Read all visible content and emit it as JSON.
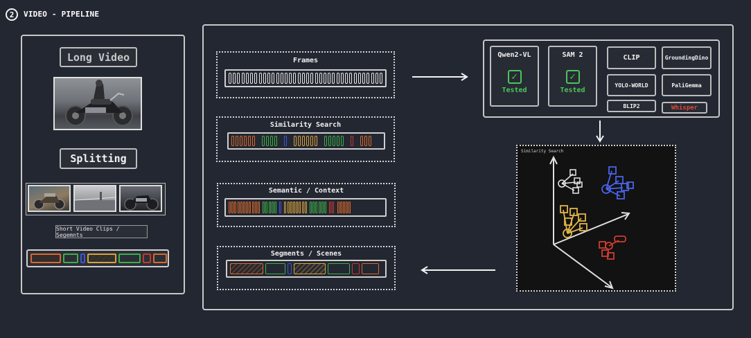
{
  "header": {
    "number": "2",
    "title": "VIDEO - PIPELINE"
  },
  "left": {
    "long_video_label": "Long Video",
    "splitting_label": "Splitting",
    "clips_caption": "Short Video Clips / Segemnts"
  },
  "stages": {
    "frames": "Frames",
    "similarity": "Similarity Search",
    "semantic": "Semantic / Context",
    "scenes": "Segments / Scenes"
  },
  "models": {
    "qwen": "Qwen2-VL",
    "sam": "SAM 2",
    "tested": "Tested",
    "clip": "CLIP",
    "grounding": "GroundingDino",
    "yolo": "YOLO-WORLD",
    "pali": "PaliGemma",
    "blip": "BLIP2",
    "whisper": "Whisper"
  },
  "graph": {
    "title": "Similarity Search"
  },
  "colors": {
    "orange": "#d9692a",
    "green": "#3fae48",
    "blue": "#3e56d6",
    "yellow": "#d9a23a",
    "red": "#c8372d",
    "check_green": "#4cc45a",
    "whisper_red": "#e0453a"
  }
}
